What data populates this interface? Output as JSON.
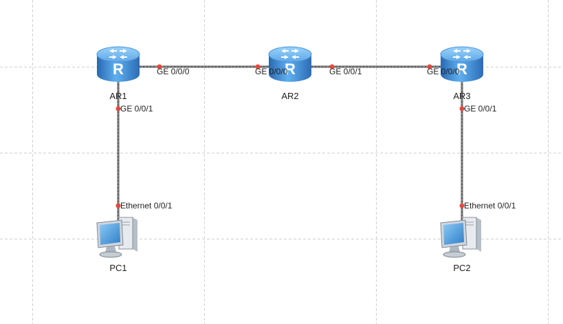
{
  "colors": {
    "port_dot": "#e8473b",
    "cable_outer": "#5b5b5b",
    "cable_inner": "#a8a8a8",
    "grid": "#cfcfcf",
    "label_text": "#1e1e1e",
    "router_blue": "#3f8fd6"
  },
  "icons": {
    "router": "router-icon",
    "pc": "pc-icon"
  },
  "router_glyph": "R",
  "devices": {
    "ar1": {
      "label": "AR1"
    },
    "ar2": {
      "label": "AR2"
    },
    "ar3": {
      "label": "AR3"
    },
    "pc1": {
      "label": "PC1"
    },
    "pc2": {
      "label": "PC2"
    }
  },
  "links": [
    {
      "a_port": "GE 0/0/0",
      "b_port": "GE 0/0/0"
    },
    {
      "a_port": "GE 0/0/1",
      "b_port": "GE 0/0/0"
    },
    {
      "a_port": "GE 0/0/1",
      "b_port": "Ethernet 0/0/1"
    },
    {
      "a_port": "GE 0/0/1",
      "b_port": "Ethernet 0/0/1"
    }
  ]
}
